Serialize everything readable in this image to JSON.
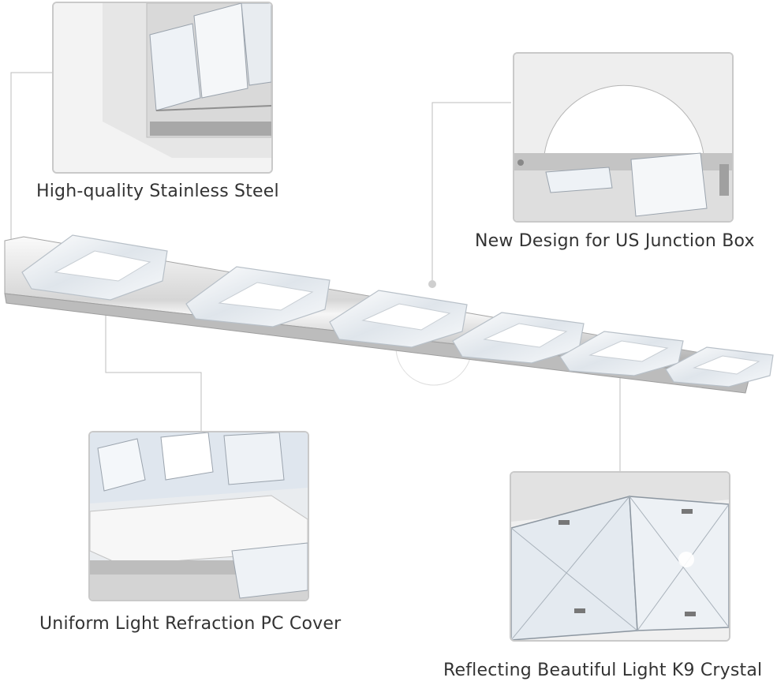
{
  "captions": {
    "stainless": "High-quality Stainless Steel",
    "junction": "New Design for US Junction Box",
    "cover": "Uniform Light Refraction PC Cover",
    "crystal": "Reflecting Beautiful Light K9 Crystal"
  },
  "colors": {
    "background": "#ffffff",
    "frame_border": "#c9c9c9",
    "leader_line": "#bdbdbd",
    "chrome_light": "#f4f4f4",
    "chrome_dark": "#9a9a9a",
    "crystal_light": "#eef2f6",
    "crystal_edge": "#b8c0c8",
    "text": "#333333"
  }
}
